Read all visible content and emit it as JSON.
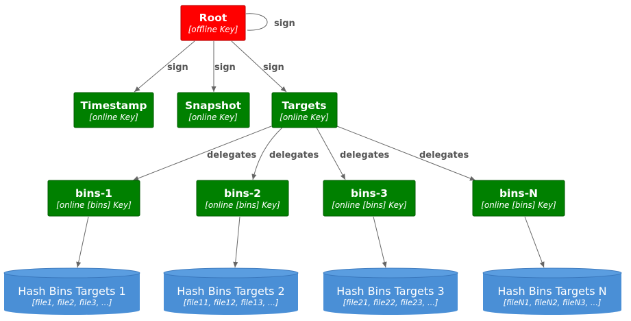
{
  "colors": {
    "root": "#ff0000",
    "root_border": "#b20000",
    "role": "#008000",
    "role_border": "#005a00",
    "store": "#4a8fd6",
    "store_border": "#3a78bd",
    "edge": "#666666",
    "edge_label": "#555555"
  },
  "nodes": {
    "root": {
      "title": "Root",
      "subtitle": "[offline Key]"
    },
    "timestamp": {
      "title": "Timestamp",
      "subtitle": "[online Key]"
    },
    "snapshot": {
      "title": "Snapshot",
      "subtitle": "[online Key]"
    },
    "targets": {
      "title": "Targets",
      "subtitle": "[online Key]"
    },
    "bins_1": {
      "title": "bins-1",
      "subtitle": "[online [bins] Key]"
    },
    "bins_2": {
      "title": "bins-2",
      "subtitle": "[online [bins] Key]"
    },
    "bins_3": {
      "title": "bins-3",
      "subtitle": "[online [bins] Key]"
    },
    "bins_n": {
      "title": "bins-N",
      "subtitle": "[online [bins] Key]"
    }
  },
  "stores": {
    "hash_bins_1": {
      "title": "Hash Bins Targets 1",
      "subtitle": "[file1, file2, file3, ...]"
    },
    "hash_bins_2": {
      "title": "Hash Bins Targets 2",
      "subtitle": "[file11, file12, file13, ...]"
    },
    "hash_bins_3": {
      "title": "Hash Bins Targets 3",
      "subtitle": "[file21, file22, file23, ...]"
    },
    "hash_bins_n": {
      "title": "Hash Bins Targets N",
      "subtitle": "[fileN1, fileN2, fileN3, ...]"
    }
  },
  "edges": {
    "root_self": "sign",
    "root_timestamp": "sign",
    "root_snapshot": "sign",
    "root_targets": "sign",
    "targets_bins_1": "delegates",
    "targets_bins_2": "delegates",
    "targets_bins_3": "delegates",
    "targets_bins_n": "delegates"
  }
}
